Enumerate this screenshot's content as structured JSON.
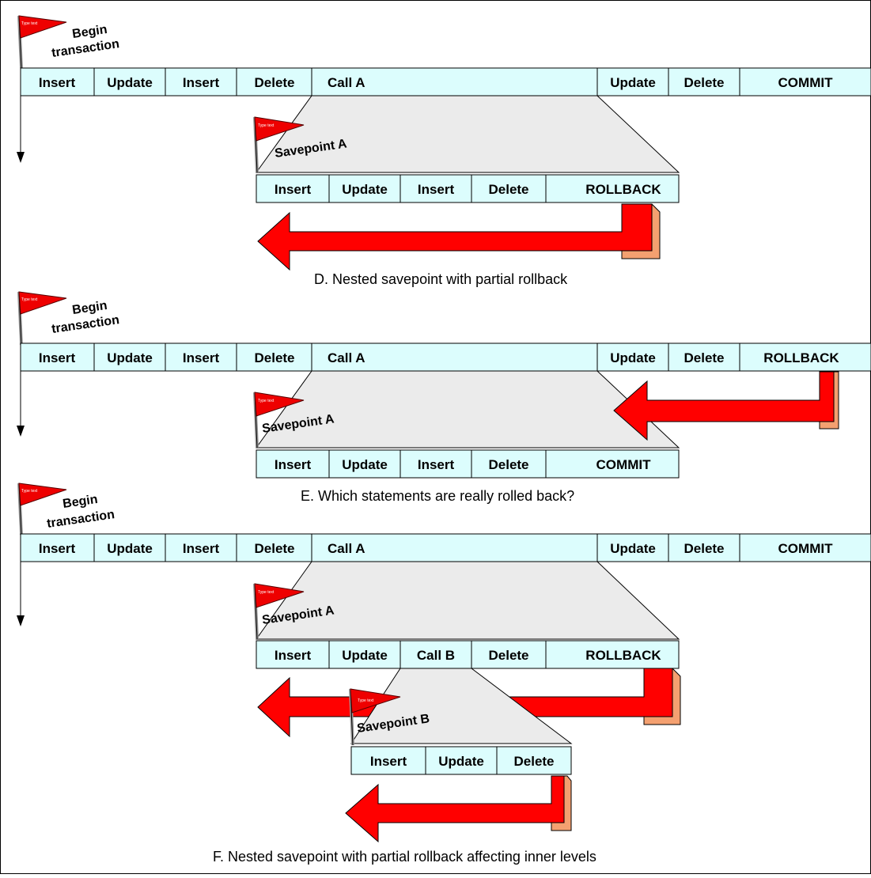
{
  "flag_tag": "Type text",
  "sections": [
    {
      "id": "D",
      "begin_label_1": "Begin",
      "begin_label_2": "transaction",
      "main_row": [
        "Insert",
        "Update",
        "Insert",
        "Delete",
        "Call A",
        "Update",
        "Delete",
        "COMMIT"
      ],
      "savepoint_a_label": "Savepoint A",
      "sub_row_a": [
        "Insert",
        "Update",
        "Insert",
        "Delete",
        "ROLLBACK"
      ],
      "caption": "D. Nested savepoint with partial rollback"
    },
    {
      "id": "E",
      "begin_label_1": "Begin",
      "begin_label_2": "transaction",
      "main_row": [
        "Insert",
        "Update",
        "Insert",
        "Delete",
        "Call A",
        "Update",
        "Delete",
        "ROLLBACK"
      ],
      "savepoint_a_label": "Savepoint A",
      "sub_row_a": [
        "Insert",
        "Update",
        "Insert",
        "Delete",
        "COMMIT"
      ],
      "caption": "E. Which statements are really rolled back?"
    },
    {
      "id": "F",
      "begin_label_1": "Begin",
      "begin_label_2": "transaction",
      "main_row": [
        "Insert",
        "Update",
        "Insert",
        "Delete",
        "Call A",
        "Update",
        "Delete",
        "COMMIT"
      ],
      "savepoint_a_label": "Savepoint A",
      "sub_row_a": [
        "Insert",
        "Update",
        "Call B",
        "Delete",
        "ROLLBACK"
      ],
      "savepoint_b_label": "Savepoint B",
      "sub_row_b": [
        "Insert",
        "Update",
        "Delete"
      ],
      "caption": "F. Nested savepoint with partial rollback affecting inner levels"
    }
  ],
  "colors": {
    "cell_fill": "#dcfdfd",
    "zoom_fill": "#ebebeb",
    "arrow_red": "#ff0000",
    "arrow_edge": "#e8a080",
    "flag_red": "#ee0000"
  }
}
